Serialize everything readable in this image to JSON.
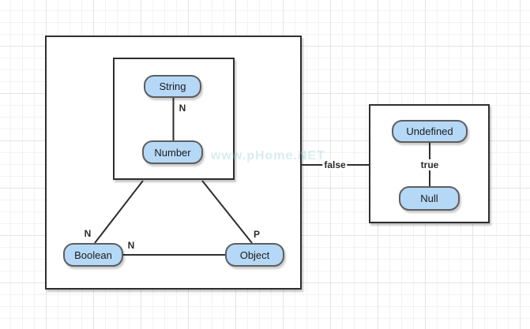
{
  "diagram": {
    "watermark": "www.pHome.NET",
    "colors": {
      "node_fill": "#b5d8f7",
      "node_border": "#5e5e5e",
      "container_border": "#2e2e2e",
      "edge_line": "#2e2e2e",
      "grid_minor": "#f3f3f3",
      "grid_major": "#e4e4e4",
      "background": "#ffffff"
    },
    "nodes": {
      "string": {
        "label": "String"
      },
      "number": {
        "label": "Number"
      },
      "boolean": {
        "label": "Boolean"
      },
      "object": {
        "label": "Object"
      },
      "undefined": {
        "label": "Undefined"
      },
      "null": {
        "label": "Null"
      }
    },
    "edge_labels": {
      "string_number": "N",
      "container_boolean": "N",
      "boolean_object": "N",
      "container_object": "P",
      "outer_to_right": "false",
      "undefined_null": "true"
    }
  }
}
